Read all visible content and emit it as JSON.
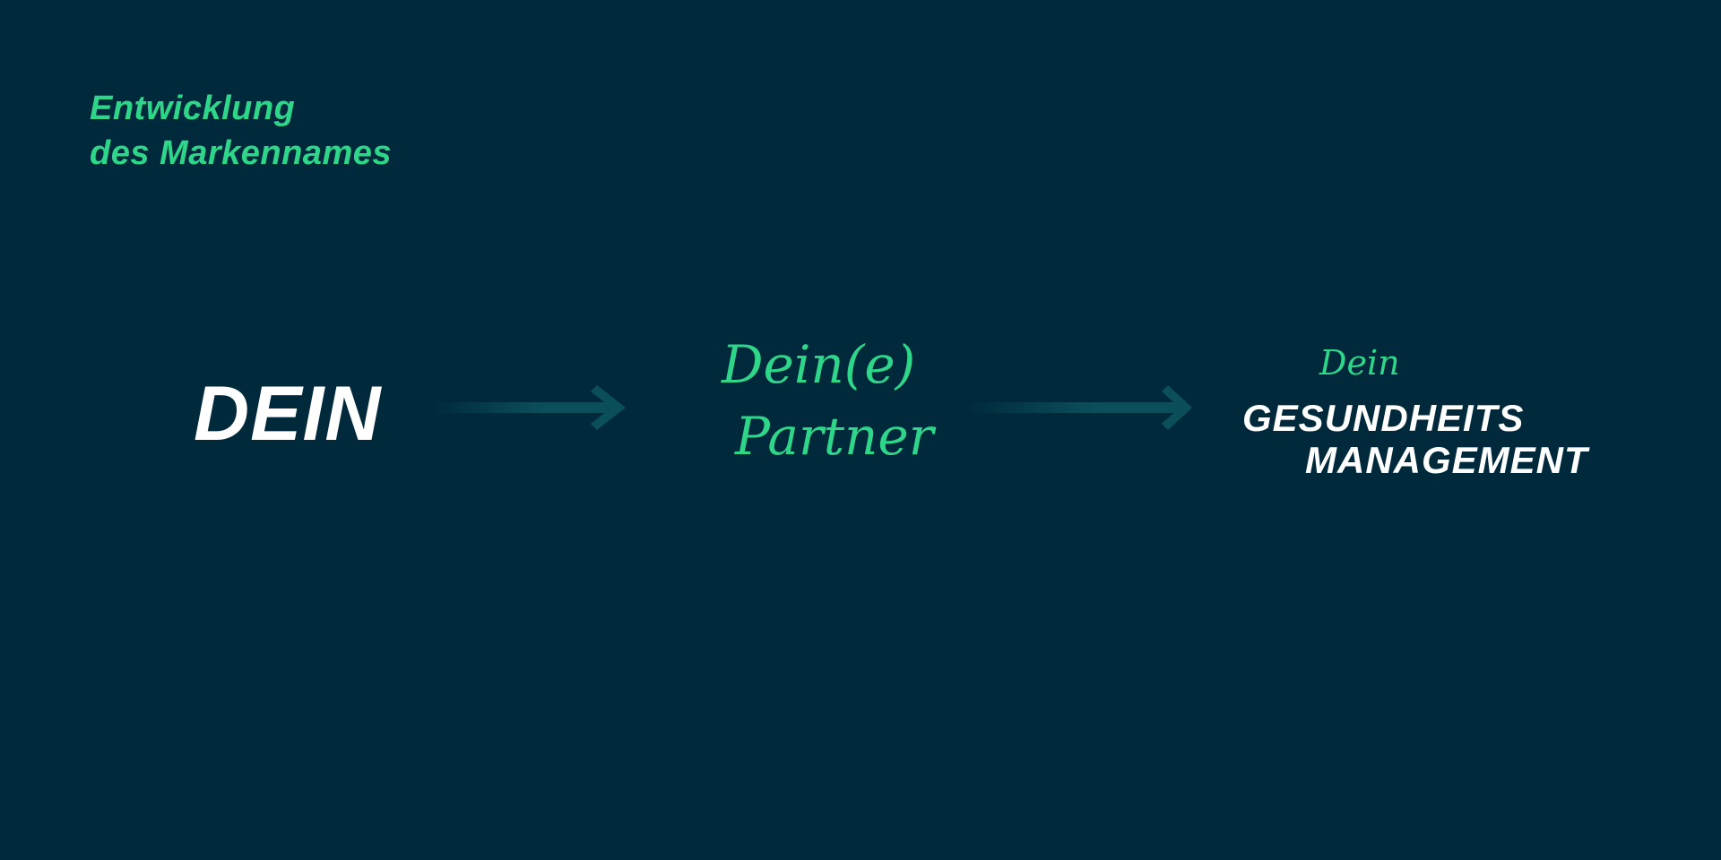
{
  "title": {
    "line1": "Entwicklung",
    "line2": "des Markennames"
  },
  "stage1": {
    "text": "DEIN"
  },
  "stage2": {
    "line1": "Dein(e)",
    "line2": "Partner"
  },
  "stage3": {
    "script": "Dein",
    "line1": "GESUNDHEITS",
    "line2": "MANAGEMENT"
  },
  "colors": {
    "background": "#002a3c",
    "accent": "#2fd68a",
    "arrow": "#0b4f5a",
    "text": "#ffffff"
  }
}
